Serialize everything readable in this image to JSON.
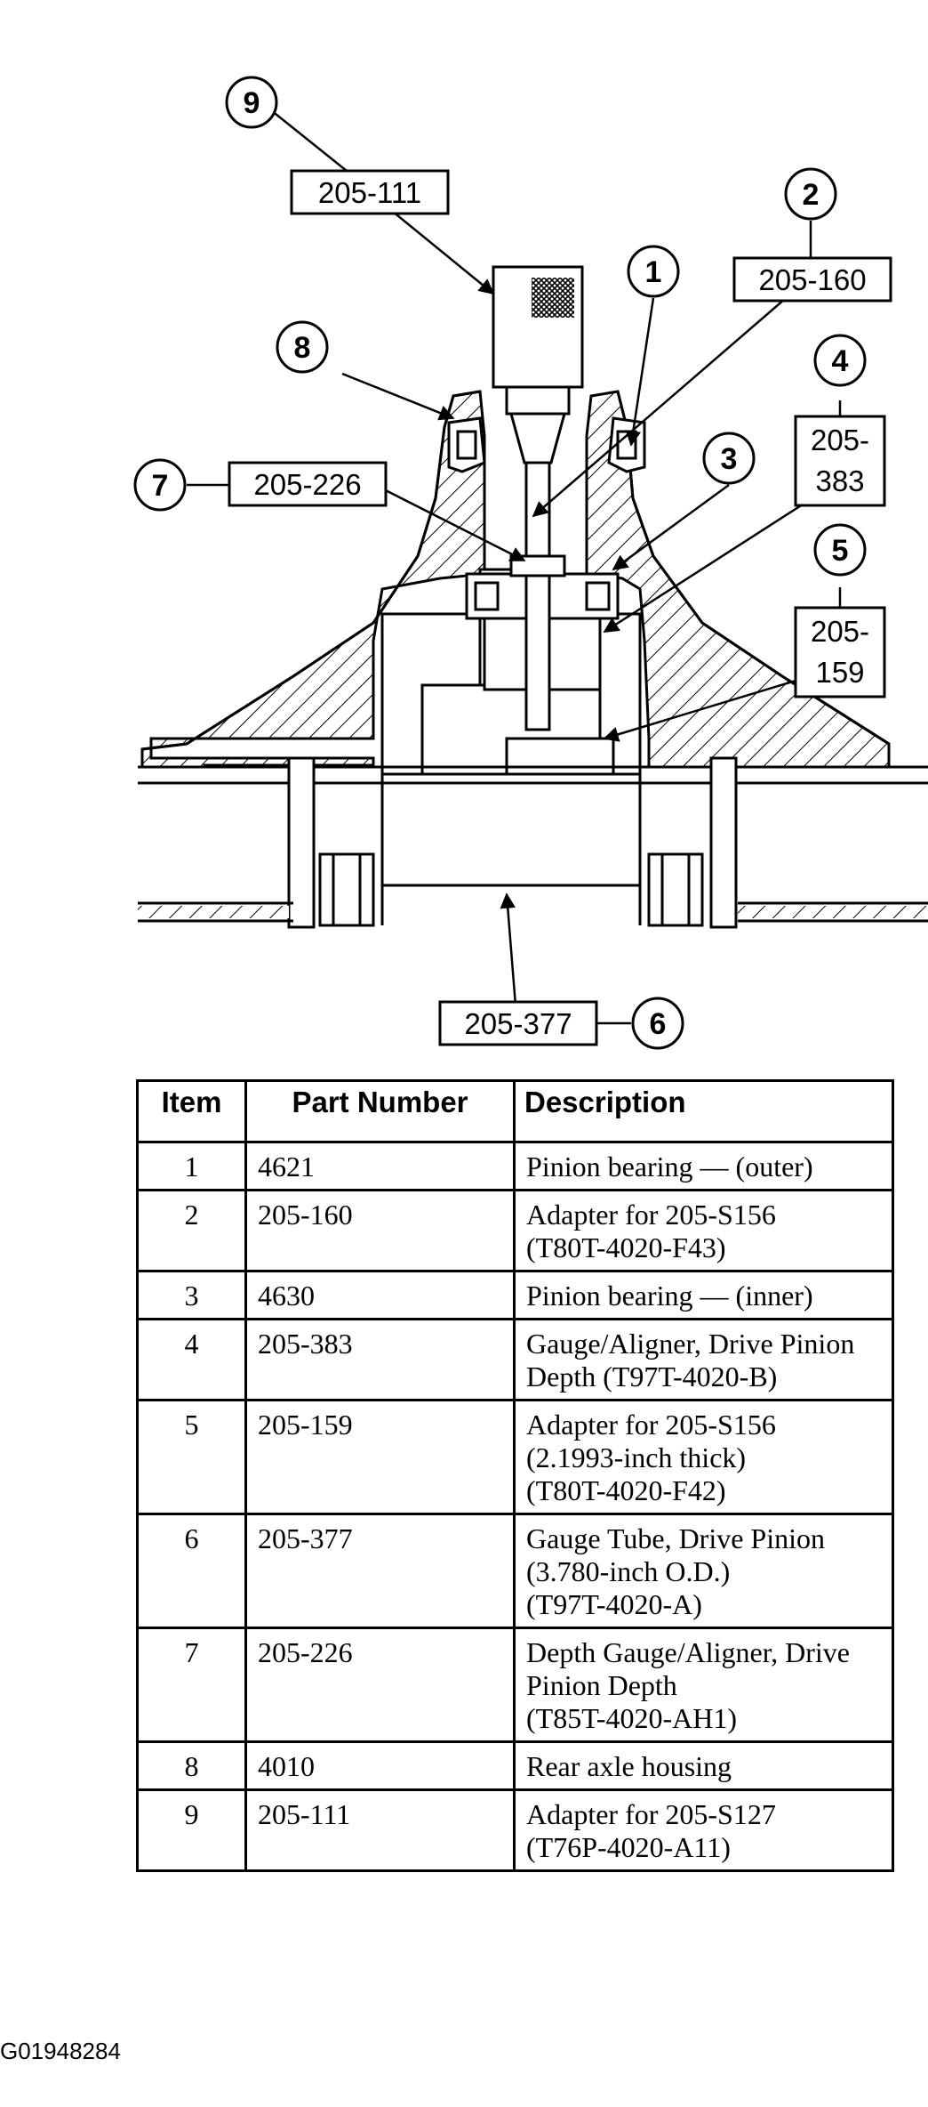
{
  "diagram": {
    "callouts": [
      {
        "num": "9",
        "part": "205-111"
      },
      {
        "num": "2",
        "part": "205-160"
      },
      {
        "num": "1",
        "part": ""
      },
      {
        "num": "8",
        "part": ""
      },
      {
        "num": "4",
        "part": "205-383"
      },
      {
        "num": "7",
        "part": "205-226"
      },
      {
        "num": "3",
        "part": ""
      },
      {
        "num": "5",
        "part": "205-159"
      },
      {
        "num": "6",
        "part": "205-377"
      }
    ]
  },
  "table": {
    "headers": {
      "item": "Item",
      "part_number": "Part Number",
      "description": "Description"
    },
    "rows": [
      {
        "item": "1",
        "part_number": "4621",
        "description": [
          "Pinion bearing — (outer)"
        ]
      },
      {
        "item": "2",
        "part_number": "205-160",
        "description": [
          "Adapter for 205-S156",
          "(T80T-4020-F43)"
        ]
      },
      {
        "item": "3",
        "part_number": "4630",
        "description": [
          "Pinion bearing — (inner)"
        ]
      },
      {
        "item": "4",
        "part_number": "205-383",
        "description": [
          "Gauge/Aligner, Drive Pinion",
          "Depth (T97T-4020-B)"
        ]
      },
      {
        "item": "5",
        "part_number": "205-159",
        "description": [
          "Adapter for 205-S156",
          "(2.1993-inch thick)",
          "(T80T-4020-F42)"
        ]
      },
      {
        "item": "6",
        "part_number": "205-377",
        "description": [
          "Gauge Tube, Drive Pinion",
          "(3.780-inch O.D.)",
          "(T97T-4020-A)"
        ]
      },
      {
        "item": "7",
        "part_number": "205-226",
        "description": [
          "Depth Gauge/Aligner, Drive",
          "Pinion Depth",
          "(T85T-4020-AH1)"
        ]
      },
      {
        "item": "8",
        "part_number": "4010",
        "description": [
          "Rear axle housing"
        ]
      },
      {
        "item": "9",
        "part_number": "205-111",
        "description": [
          "Adapter for 205-S127",
          "(T76P-4020-A11)"
        ]
      }
    ]
  },
  "figure_id": "G01948284"
}
